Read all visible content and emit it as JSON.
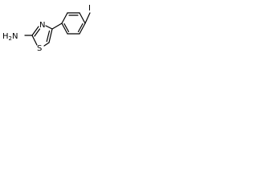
{
  "structure": {
    "atoms": {
      "amine_N": "N",
      "amine_H": "H",
      "amine_H_count": "2",
      "ring_N": "N",
      "ring_S": "S",
      "halogen": "I"
    }
  },
  "colors": {
    "bond": "#000000",
    "label": "#000000",
    "background": "#ffffff"
  }
}
